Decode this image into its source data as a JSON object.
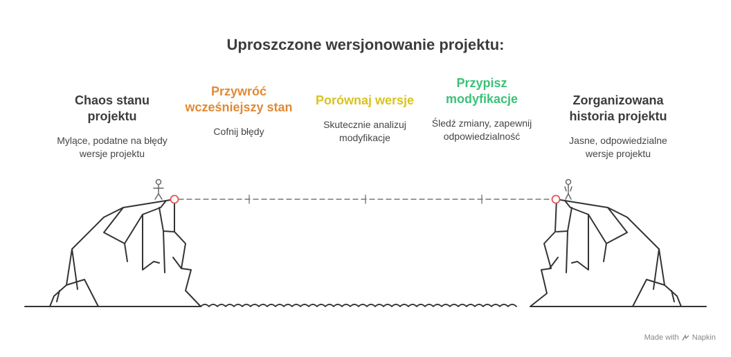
{
  "title": "Uproszczone wersjonowanie projektu:",
  "stages": [
    {
      "heading": "Chaos stanu projektu",
      "description": "Mylące, podatne na błędy wersje projektu",
      "color": "#3c3c3c"
    },
    {
      "heading": "Przywróć wcześniejszy stan",
      "description": "Cofnij błędy",
      "color": "#e08a35"
    },
    {
      "heading": "Porównaj wersje",
      "description": "Skutecznie analizuj modyfikacje",
      "color": "#d9c31f"
    },
    {
      "heading": "Przypisz modyfikacje",
      "description": "Śledź zmiany, zapewnij odpowiedzialność",
      "color": "#3cc178"
    },
    {
      "heading": "Zorganizowana historia projektu",
      "description": "Jasne, odpowiedzialne wersje projektu",
      "color": "#3c3c3c"
    }
  ],
  "footer": {
    "made_with": "Made with",
    "brand": "Napkin"
  },
  "accent_endpoint_color": "#e05555"
}
